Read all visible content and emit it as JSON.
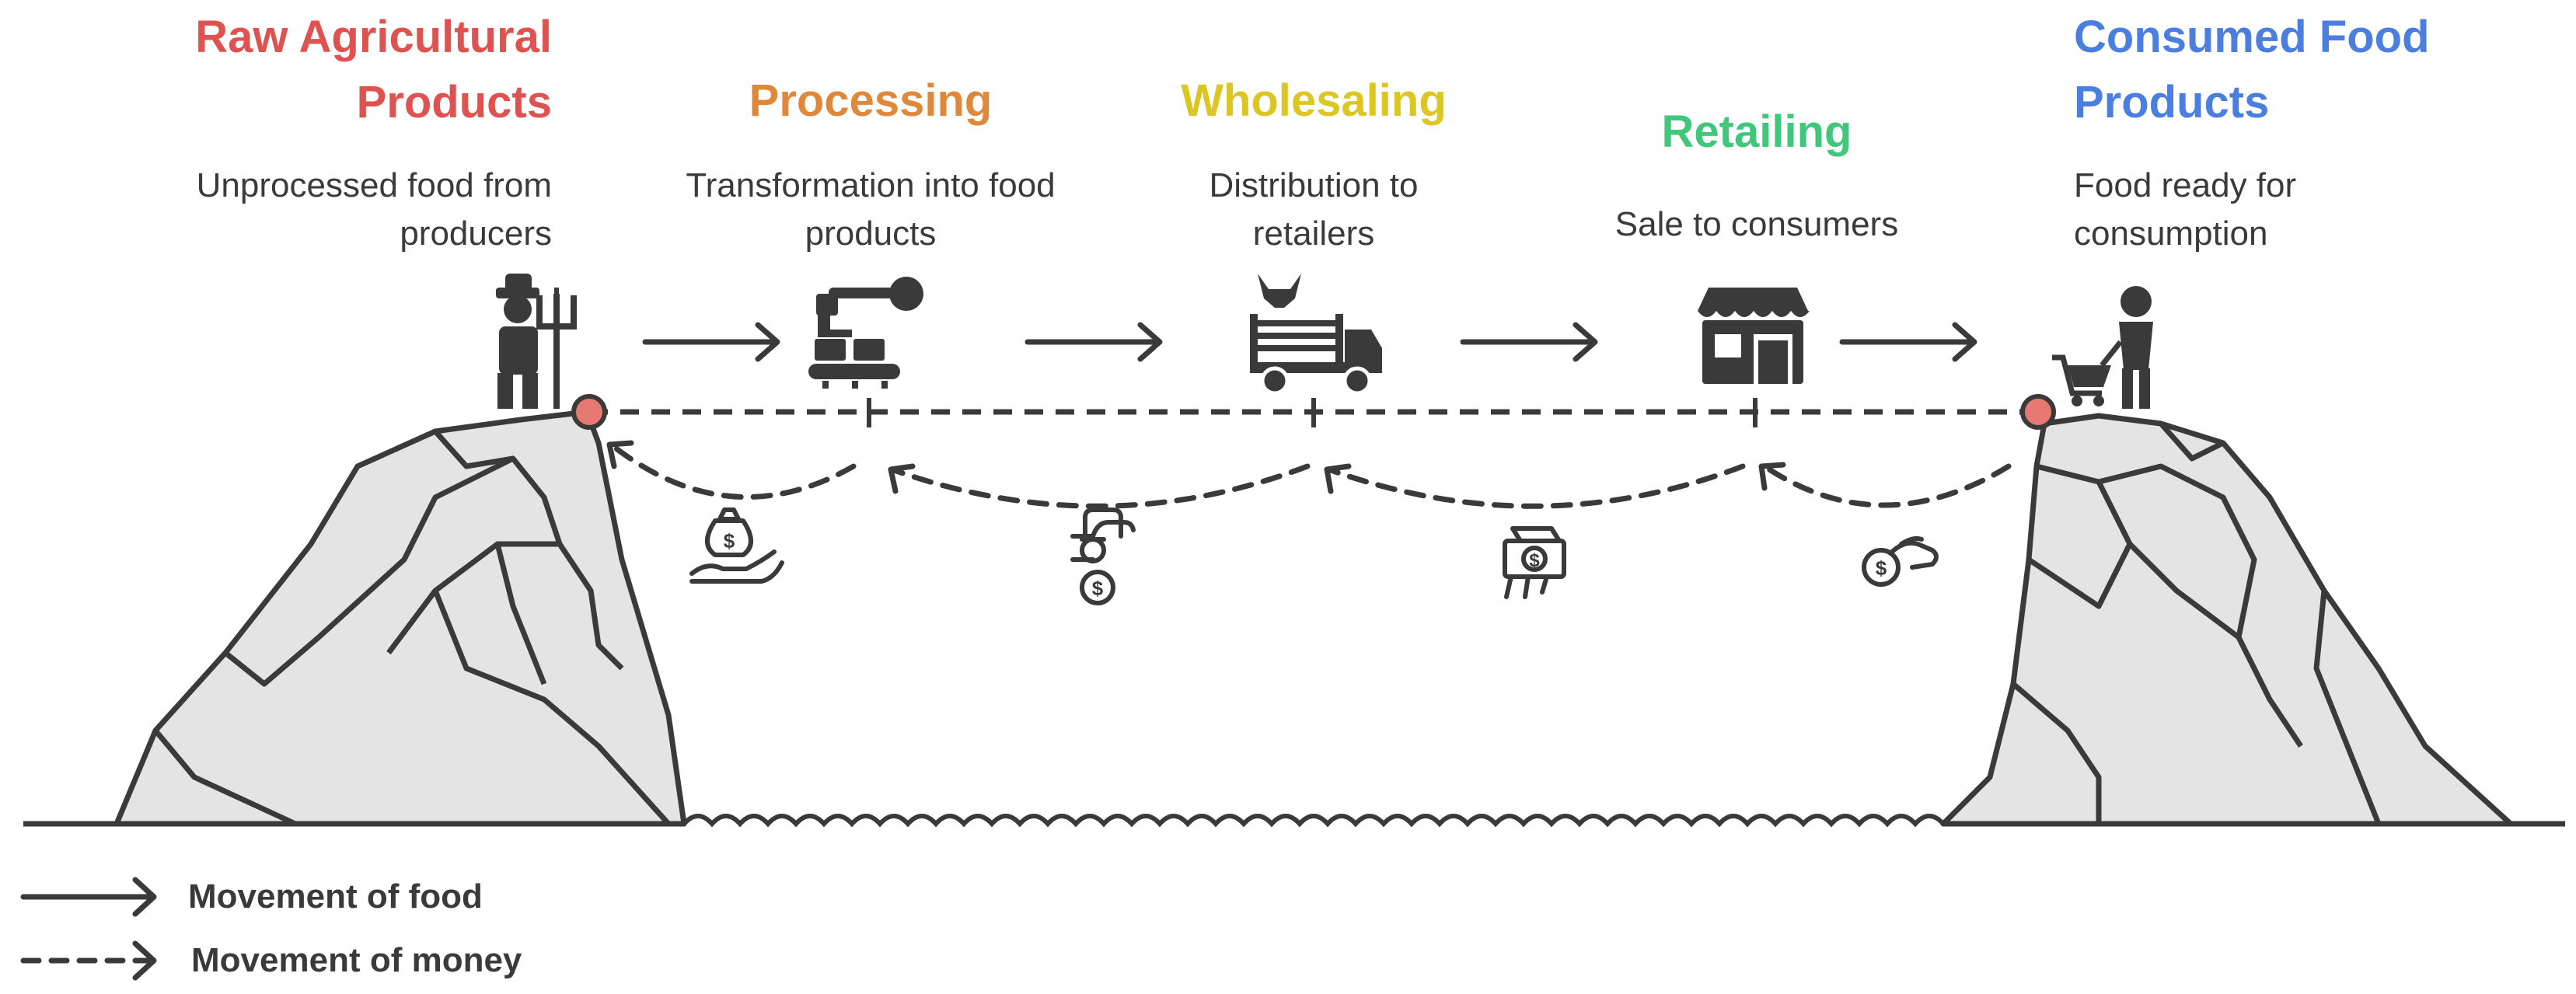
{
  "colors": {
    "raw": "#e0524f",
    "processing": "#e0883a",
    "wholesaling": "#dcc624",
    "retailing": "#41c77b",
    "consumed": "#4a7fe0",
    "ink": "#3a3a3a",
    "rock_fill": "#e4e4e4",
    "node": "#e87872"
  },
  "stages": [
    {
      "title": "Raw Agricultural Products",
      "desc": "Unprocessed food from producers",
      "icon": "farmer-icon"
    },
    {
      "title": "Processing",
      "desc": "Transformation into food products",
      "icon": "robot-arm-conveyor-icon"
    },
    {
      "title": "Wholesaling",
      "desc": "Distribution to retailers",
      "icon": "livestock-truck-icon"
    },
    {
      "title": "Retailing",
      "desc": "Sale to consumers",
      "icon": "storefront-icon"
    },
    {
      "title": "Consumed Food Products",
      "desc": "Food ready for consumption",
      "icon": "shopper-cart-icon"
    }
  ],
  "money_icons": [
    "hand-money-bag-icon",
    "money-bag-exchange-icon",
    "cash-hand-icon",
    "coin-hand-icon"
  ],
  "legend": {
    "food": "Movement of food",
    "money": "Movement of money"
  }
}
